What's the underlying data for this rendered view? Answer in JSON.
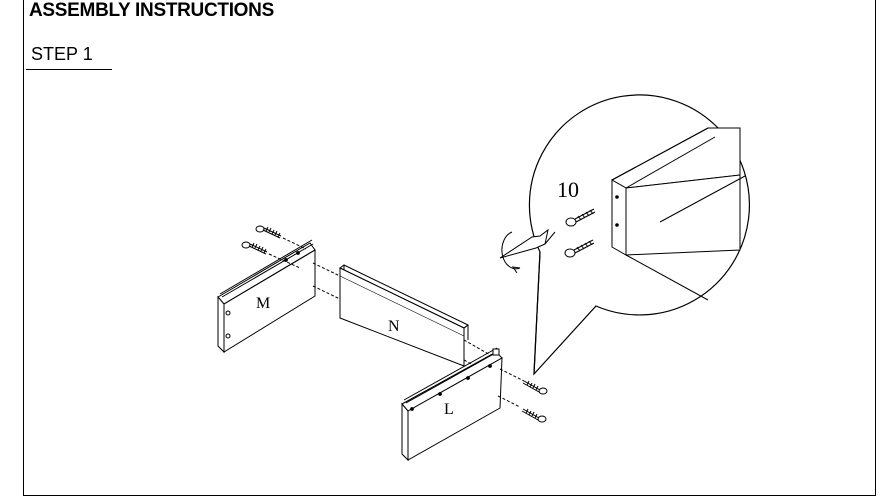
{
  "header": {
    "title": "ASSEMBLY INSTRUCTIONS",
    "step_label": "STEP 1"
  },
  "diagram": {
    "part_labels": {
      "left_side": "M",
      "back": "N",
      "right_side": "L"
    },
    "callout": {
      "screw_count": "10"
    }
  }
}
